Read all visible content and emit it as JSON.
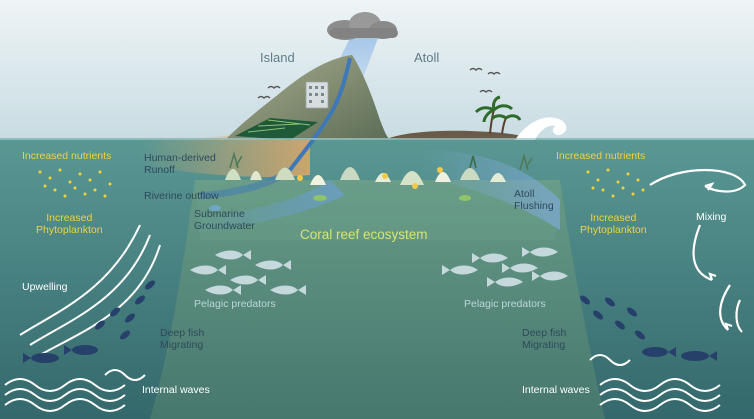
{
  "labels": {
    "island": "Island",
    "atoll": "Atoll",
    "nutrients_left": "Increased nutrients",
    "nutrients_right": "Increased nutrients",
    "phyto_left": "Increased\nPhytoplankton",
    "phyto_right": "Increased\nPhytoplankton",
    "runoff": "Human-derived\nRunoff",
    "riverine": "Riverine outflow",
    "groundwater": "Submarine\nGroundwater",
    "atoll_flushing": "Atoll\nFlushing",
    "mixing": "Mixing",
    "coral_reef": "Coral reef ecosystem",
    "upwelling": "Upwelling",
    "pelagic_left": "Pelagic predators",
    "pelagic_right": "Pelagic predators",
    "deep_fish_left": "Deep fish\nMigrating",
    "deep_fish_right": "Deep fish\nMigrating",
    "internal_waves_left": "Internal waves",
    "internal_waves_right": "Internal waves"
  },
  "colors": {
    "sky_top": "#e9f1f4",
    "sky_bottom": "#c9dde3",
    "ocean_top": "#4f8f8f",
    "ocean_bottom": "#3a6e72",
    "seamount": "#5f8f7e",
    "island": "#7d8a6e",
    "runoff_plume": "#d9a066",
    "river": "#3f78b8",
    "label_yellow": "#f2d23c",
    "label_dark": "#2f4a5c",
    "coral_title": "#d6e66a",
    "fish_pelagic": "#c5d8dc",
    "fish_deep": "#26406a"
  }
}
